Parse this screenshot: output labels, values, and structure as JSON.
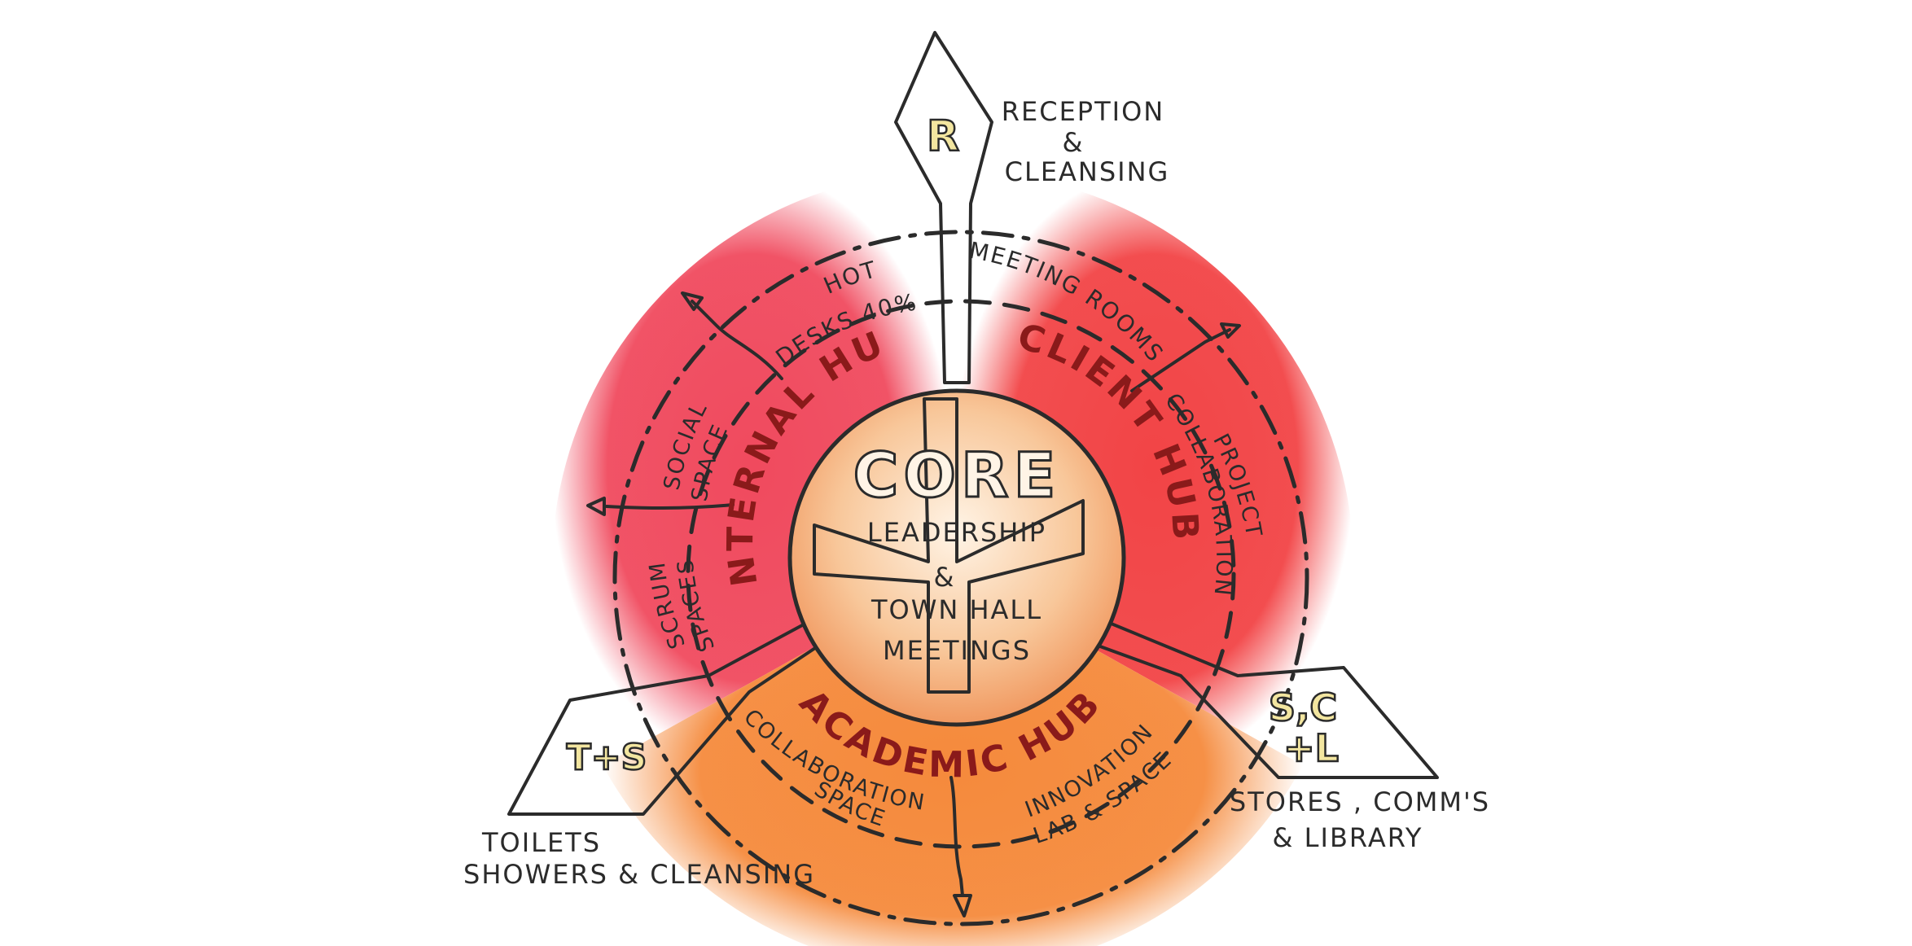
{
  "colors": {
    "internal_hub": "#f04a5e",
    "client_hub": "#f24446",
    "academic_hub": "#f58a3c",
    "core": "#f4b07a",
    "arm": "#f8e49a",
    "ink": "#2b2b2b"
  },
  "core": {
    "title": "CORE",
    "line1": "LEADERSHIP",
    "line2": "&",
    "line3": "TOWN HALL",
    "line4": "MEETINGS"
  },
  "hubs": {
    "internal": "INTERNAL HUB",
    "client": "CLIENT HUB",
    "academic": "ACADEMIC HUB"
  },
  "spaces": {
    "hot_desks_1": "HOT",
    "hot_desks_2": "DESKS 40%",
    "meeting_rooms": "MEETING ROOMS",
    "project_collab_1": "PROJECT",
    "project_collab_2": "COLLABORATION",
    "social_1": "SOCIAL",
    "social_2": "SPACE",
    "scrum_1": "SCRUM",
    "scrum_2": "SPACES",
    "collab_space_1": "COLLABORATION",
    "collab_space_2": "SPACE",
    "innovation_1": "INNOVATION",
    "innovation_2": "LAB & SPACE"
  },
  "arms": {
    "top_abbr": "R",
    "top_label_1": "RECEPTION",
    "top_label_2": "&",
    "top_label_3": "CLEANSING",
    "left_abbr": "T+S",
    "left_label_1": "TOILETS",
    "left_label_2": "SHOWERS & CLEANSING",
    "right_abbr_1": "S,C",
    "right_abbr_2": "+L",
    "right_label_1": "STORES , COMM'S",
    "right_label_2": "& LIBRARY"
  }
}
